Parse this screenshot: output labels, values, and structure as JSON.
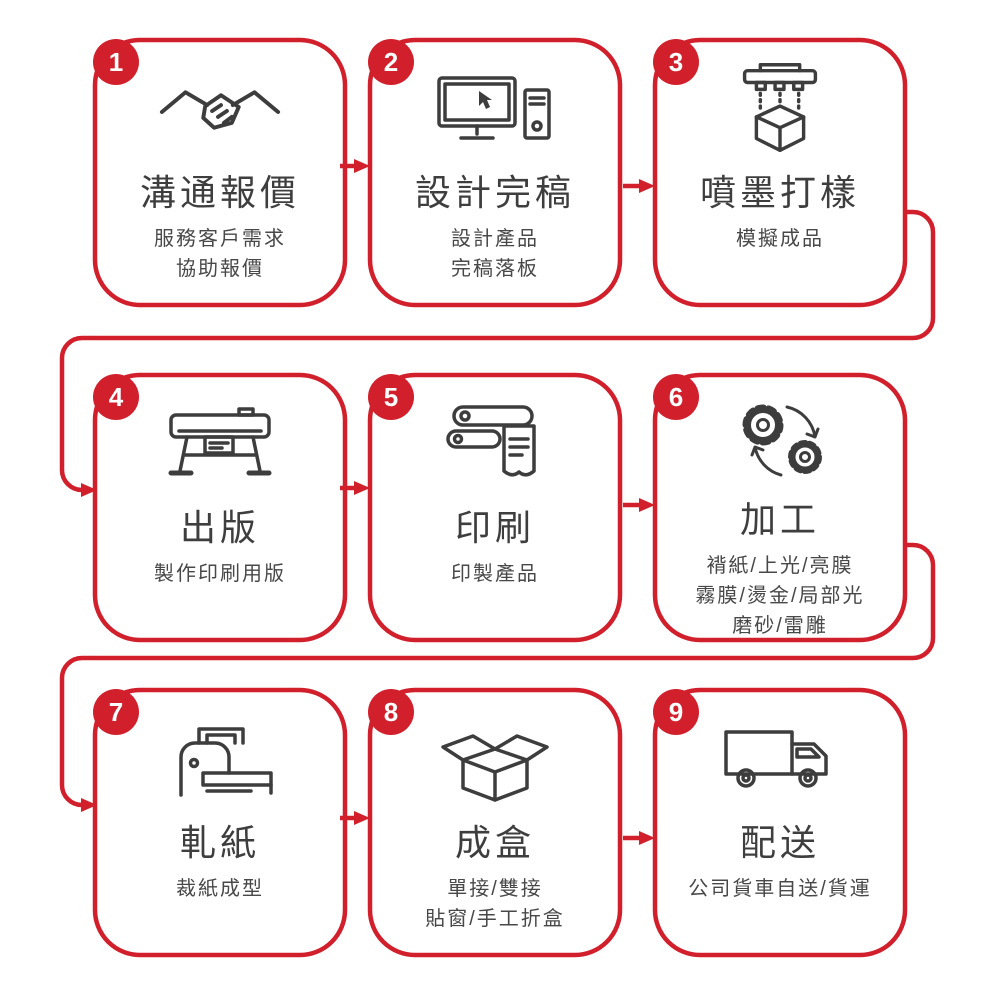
{
  "colors": {
    "accent": "#d1202c",
    "icon_ink": "#3d3d3d",
    "title_text": "#3e3e3e",
    "subtitle_text": "#484848",
    "background": "#ffffff"
  },
  "steps": [
    {
      "number": "1",
      "title": "溝通報價",
      "subtitle_lines": [
        "服務客戶需求",
        "協助報價"
      ],
      "icon": "handshake-icon"
    },
    {
      "number": "2",
      "title": "設計完稿",
      "subtitle_lines": [
        "設計產品",
        "完稿落板"
      ],
      "icon": "desktop-computer-icon"
    },
    {
      "number": "3",
      "title": "噴墨打樣",
      "subtitle_lines": [
        "模擬成品"
      ],
      "icon": "inkjet-proof-icon"
    },
    {
      "number": "4",
      "title": "出版",
      "subtitle_lines": [
        "製作印刷用版"
      ],
      "icon": "plate-output-icon"
    },
    {
      "number": "5",
      "title": "印刷",
      "subtitle_lines": [
        "印製產品"
      ],
      "icon": "printing-press-icon"
    },
    {
      "number": "6",
      "title": "加工",
      "subtitle_lines": [
        "褙紙/上光/亮膜",
        "霧膜/燙金/局部光",
        "磨砂/雷雕"
      ],
      "icon": "gears-icon"
    },
    {
      "number": "7",
      "title": "軋紙",
      "subtitle_lines": [
        "裁紙成型"
      ],
      "icon": "die-cutting-icon"
    },
    {
      "number": "8",
      "title": "成盒",
      "subtitle_lines": [
        "單接/雙接",
        "貼窗/手工折盒"
      ],
      "icon": "open-box-icon"
    },
    {
      "number": "9",
      "title": "配送",
      "subtitle_lines": [
        "公司貨車自送/貨運"
      ],
      "icon": "delivery-truck-icon"
    }
  ]
}
